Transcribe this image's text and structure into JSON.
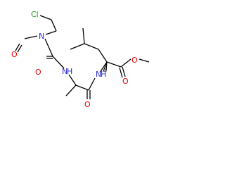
{
  "atoms": {
    "cl": {
      "text": "Cl",
      "color": "#1fa01f"
    },
    "n_nitroso": {
      "text": "N",
      "color": "#2b2bd6"
    },
    "o_nitroso": {
      "text": "O",
      "color": "#e60000"
    },
    "n_urea": {
      "text": "N",
      "color": "#2b2bd6"
    },
    "h_urea": {
      "text": "H",
      "color": "#2b2bd6"
    },
    "o_urea": {
      "text": "O",
      "color": "#e60000"
    },
    "n_amide": {
      "text": "N",
      "color": "#2b2bd6"
    },
    "h_amide": {
      "text": "H",
      "color": "#2b2bd6"
    },
    "o_amide": {
      "text": "O",
      "color": "#e60000"
    },
    "o_ester_single": {
      "text": "O",
      "color": "#e60000"
    },
    "o_ester_double": {
      "text": "O",
      "color": "#e60000"
    }
  }
}
